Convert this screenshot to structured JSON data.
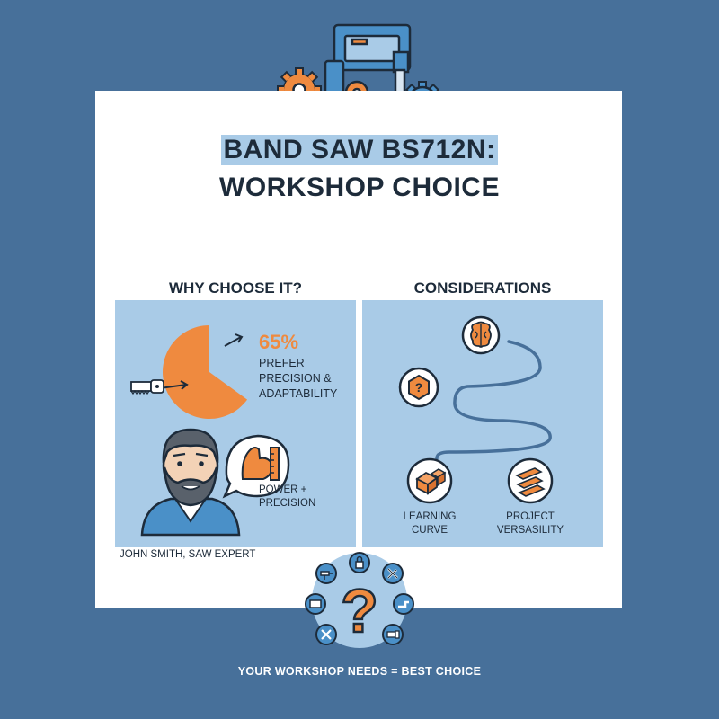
{
  "title": {
    "line1": "BAND SAW BS712N:",
    "line2": "WORKSHOP CHOICE"
  },
  "left_section": {
    "heading": "WHY CHOOSE IT?",
    "stat": {
      "value": "65%",
      "fraction": 0.65,
      "caption": "PREFER PRECISION & ADAPTABILITY"
    },
    "bubble_caption": "POWER + PRECISION",
    "expert_name": "JOHN SMITH, SAW EXPERT"
  },
  "right_section": {
    "heading": "CONSIDERATIONS",
    "items": [
      {
        "label": "LEARNING CURVE",
        "icon": "wood-blocks-icon"
      },
      {
        "label": "PROJECT VERSASILITY",
        "icon": "planks-icon"
      }
    ],
    "path_icons": [
      "brain-icon",
      "question-hexagon-icon"
    ]
  },
  "footer": {
    "text": "YOUR WORKSHOP NEEDS = BEST CHOICE"
  },
  "colors": {
    "background": "#47709a",
    "panel": "#a9cbe7",
    "accent": "#ef8a3f",
    "machine": "#4a90c8",
    "dark": "#1d2b3a"
  },
  "icons": {
    "hero": "band-saw-icon",
    "gears": [
      "gear-icon",
      "gear-icon"
    ],
    "arrows": [
      "arrow-up-icon",
      "arrow-down-icon"
    ],
    "tools_ring": [
      "drill-icon",
      "lock-icon",
      "wrench-icon",
      "saw-icon",
      "vise-icon",
      "screwdriver-icon",
      "grinder-icon",
      "question-mark-icon"
    ]
  }
}
